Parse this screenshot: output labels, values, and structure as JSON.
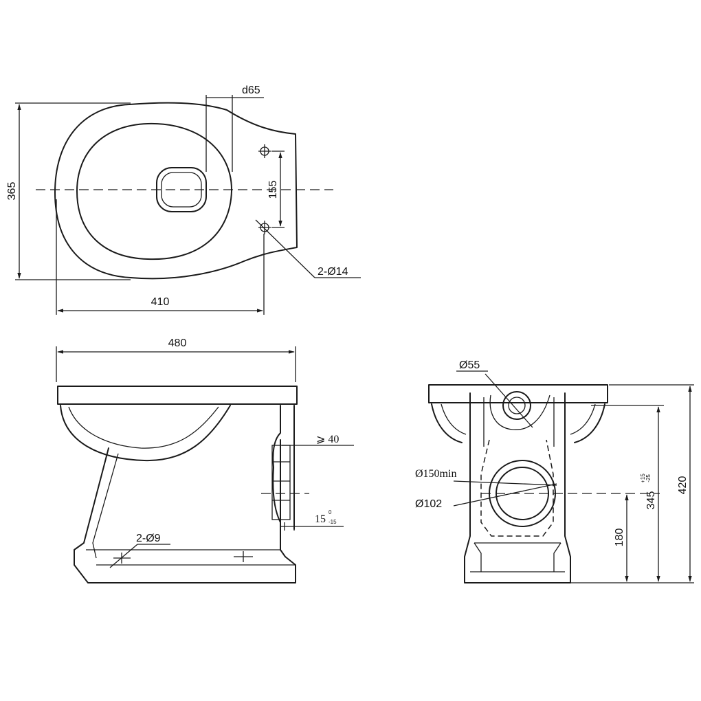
{
  "top_view": {
    "dim_overall_depth": "365",
    "dim_overall_length": "410",
    "dim_waste_width": "d65",
    "dim_fixing_spacing": "155",
    "dim_fixing_holes": "2-Ø14"
  },
  "side_view": {
    "dim_overall_length": "480",
    "dim_clearance": "⩾ 40",
    "dim_spigot_main": "15",
    "dim_spigot_upper": "0",
    "dim_spigot_lower": "-15",
    "dim_fixing_holes": "2-Ø9"
  },
  "front_view": {
    "dim_inlet": "Ø55",
    "dim_outlet_min": "Ø150min",
    "dim_outlet": "Ø102",
    "dim_outlet_height": "180",
    "dim_rim_height_main": "345",
    "dim_rim_height_upper": "+15",
    "dim_rim_height_lower": "-25",
    "dim_overall_height": "420"
  }
}
